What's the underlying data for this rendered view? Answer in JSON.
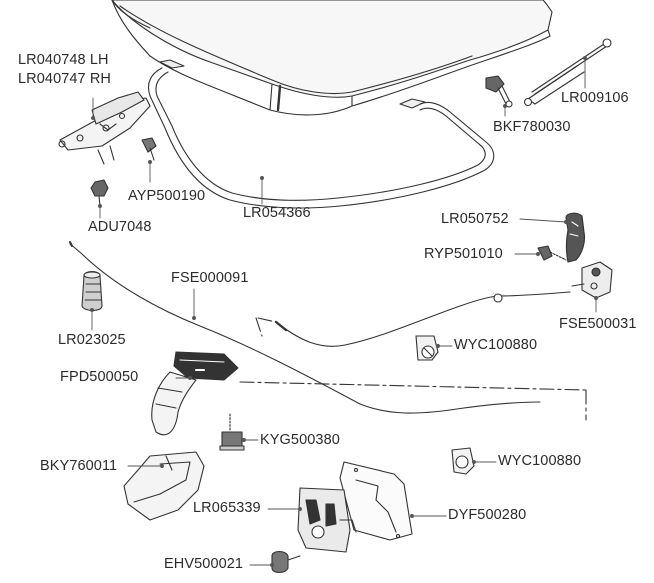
{
  "parts": [
    {
      "id": "hinge_lh",
      "number": "LR040748 LH"
    },
    {
      "id": "hinge_rh",
      "number": "LR040747 RH"
    },
    {
      "id": "gas_strut",
      "number": "LR009106"
    },
    {
      "id": "strut_ball_stud",
      "number": "BKF780030"
    },
    {
      "id": "hinge_bolt",
      "number": "AYP500190"
    },
    {
      "id": "hood_seal",
      "number": "LR054366"
    },
    {
      "id": "hinge_nut",
      "number": "ADU7048"
    },
    {
      "id": "release_handle",
      "number": "LR050752"
    },
    {
      "id": "handle_screw",
      "number": "RYP501010"
    },
    {
      "id": "release_cable_primary",
      "number": "FSE000091"
    },
    {
      "id": "release_lever_bracket",
      "number": "FSE500031"
    },
    {
      "id": "bump_stop",
      "number": "LR023025"
    },
    {
      "id": "cable_clip_upper",
      "number": "WYC100880"
    },
    {
      "id": "striker",
      "number": "FPD500050"
    },
    {
      "id": "striker_bolt",
      "number": "KYG500380"
    },
    {
      "id": "cable_clip_lower",
      "number": "WYC100880"
    },
    {
      "id": "latch_bracket",
      "number": "BKY760011"
    },
    {
      "id": "latch",
      "number": "LR065339"
    },
    {
      "id": "latch_cover",
      "number": "DYF500280"
    },
    {
      "id": "latch_bolt",
      "number": "EHV500021"
    }
  ]
}
